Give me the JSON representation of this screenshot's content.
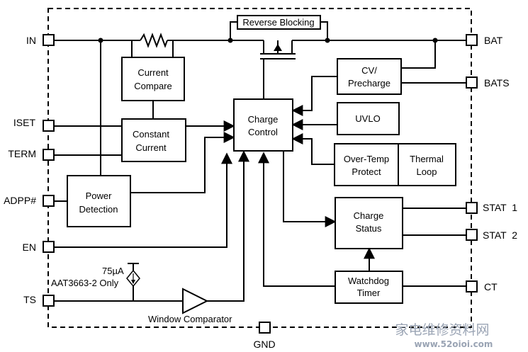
{
  "blocks": {
    "reverse_blocking": "Reverse Blocking",
    "current_compare": [
      "Current",
      "Compare"
    ],
    "constant_current": [
      "Constant",
      "Current"
    ],
    "power_detection": [
      "Power",
      "Detection"
    ],
    "charge_control": [
      "Charge",
      "Control"
    ],
    "cv_precharge": [
      "CV/",
      "Precharge"
    ],
    "uvlo": "UVLO",
    "over_temp": [
      "Over-Temp",
      "Protect"
    ],
    "thermal_loop": [
      "Thermal",
      "Loop"
    ],
    "charge_status": [
      "Charge",
      "Status"
    ],
    "watchdog_timer": [
      "Watchdog",
      "Timer"
    ]
  },
  "pins_left": {
    "in": "IN",
    "iset": "ISET",
    "term": "TERM",
    "adpp": "ADPP#",
    "en": "EN",
    "ts": "TS"
  },
  "pins_right": {
    "bat": "BAT",
    "bats": "BATS",
    "stat1": "STAT  1",
    "stat2": "STAT  2",
    "ct": "CT"
  },
  "pin_bottom": {
    "gnd": "GND"
  },
  "annotations": {
    "current_source": "75µA",
    "variant_note": "AAT3663-2 Only",
    "window_comparator": "Window Comparator"
  },
  "watermark": {
    "line1": "家电维修资料网",
    "line2": "www.52oioi.com"
  }
}
